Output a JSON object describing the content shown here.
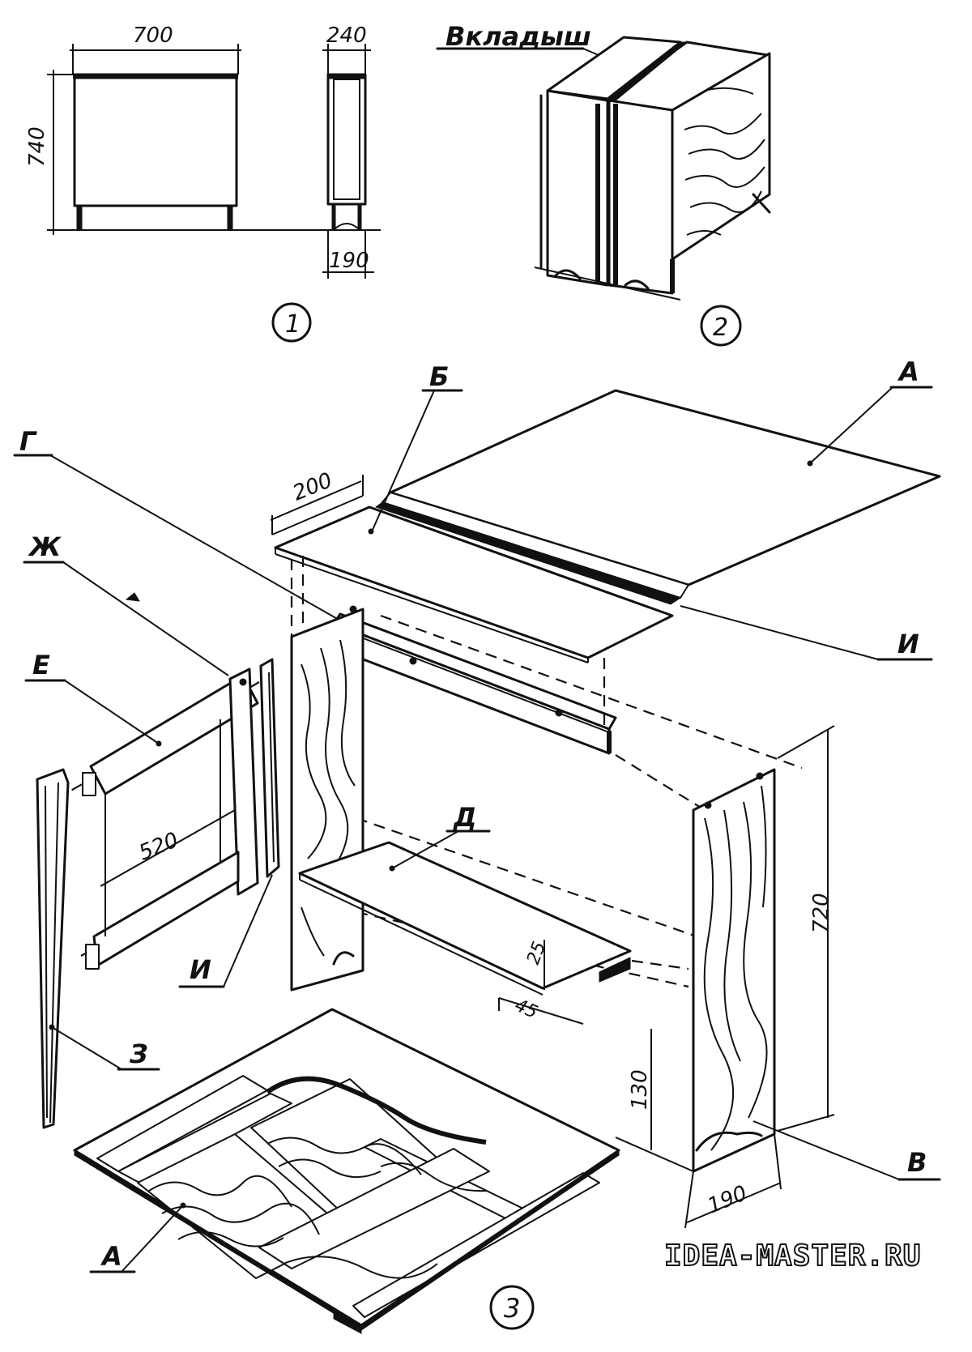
{
  "figure1": {
    "width_label": "700",
    "height_label": "740",
    "depth_label": "240",
    "base_label": "190",
    "number": "1"
  },
  "figure2": {
    "insert_label": "Вкладыш",
    "number": "2"
  },
  "figure3": {
    "number": "3",
    "parts": {
      "A_top": "А",
      "B": "Б",
      "V": "В",
      "G": "Г",
      "D": "Д",
      "E": "Е",
      "ZH": "Ж",
      "Z": "З",
      "I_top": "И",
      "I_left": "И",
      "A_bottom": "А"
    },
    "dims": {
      "d200": "200",
      "d520": "520",
      "d720": "720",
      "d130": "130",
      "d190": "190",
      "d25": "25",
      "d45": "45"
    }
  },
  "watermark": "IDEA-MASTER.RU"
}
